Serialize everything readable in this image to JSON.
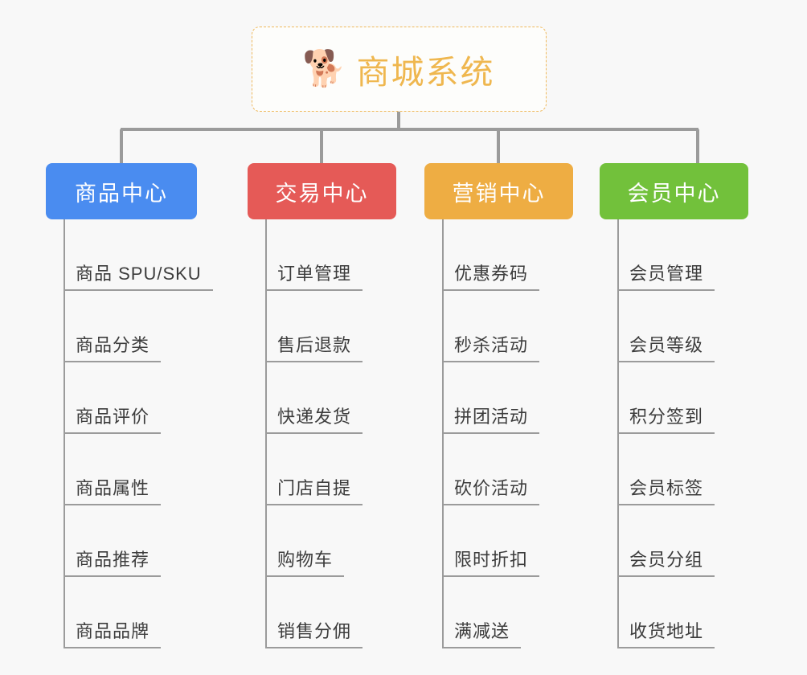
{
  "diagram": {
    "type": "mindmap",
    "title": "商城系统",
    "background_color": "#f8f8f8",
    "line_color": "#9b9b9b",
    "text_color": "#3c3c3c"
  },
  "root": {
    "label": "商城系统",
    "icon": "shiba-dog-emoji",
    "icon_glyph": "🐕",
    "border_color": "#efb95c",
    "text_color": "#efb74f"
  },
  "branches": [
    {
      "label": "商品中心",
      "color": "#4a8cf0",
      "items": [
        "商品 SPU/SKU",
        "商品分类",
        "商品评价",
        "商品属性",
        "商品推荐",
        "商品品牌"
      ]
    },
    {
      "label": "交易中心",
      "color": "#e55a57",
      "items": [
        "订单管理",
        "售后退款",
        "快递发货",
        "门店自提",
        "购物车",
        "销售分佣"
      ]
    },
    {
      "label": "营销中心",
      "color": "#eead43",
      "items": [
        "优惠券码",
        "秒杀活动",
        "拼团活动",
        "砍价活动",
        "限时折扣",
        "满减送"
      ]
    },
    {
      "label": "会员中心",
      "color": "#72c13b",
      "items": [
        "会员管理",
        "会员等级",
        "积分签到",
        "会员标签",
        "会员分组",
        "收货地址"
      ]
    }
  ]
}
